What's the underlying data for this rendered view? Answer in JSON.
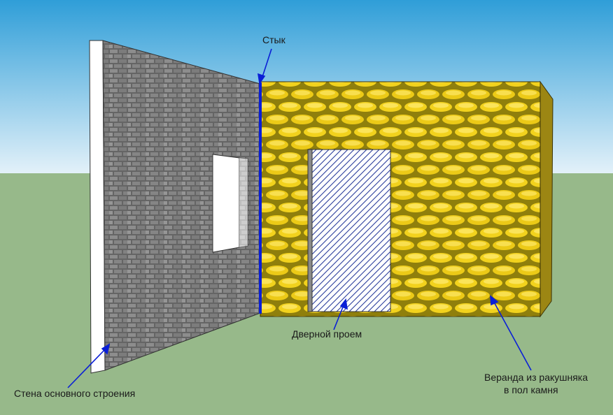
{
  "labels": {
    "joint": "Стык",
    "doorway": "Дверной проем",
    "main_wall": "Стена основного строения",
    "veranda_line1": "Веранда из ракушняка",
    "veranda_line2": "в пол камня"
  },
  "colors": {
    "sky_top": "#2f9ed8",
    "sky_bottom": "#e3f1f9",
    "ground": "#97b98a",
    "brick_wall": "#6e6e6e",
    "brick_mortar": "#474747",
    "stone_wall": "#e5c51d",
    "stone_mortar": "#8f7f0c",
    "veranda_side": "#9c8613",
    "joint_line": "#0a1fd6",
    "annotation_line": "#0a1fd6",
    "door_hatch": "#2a3d9c"
  }
}
